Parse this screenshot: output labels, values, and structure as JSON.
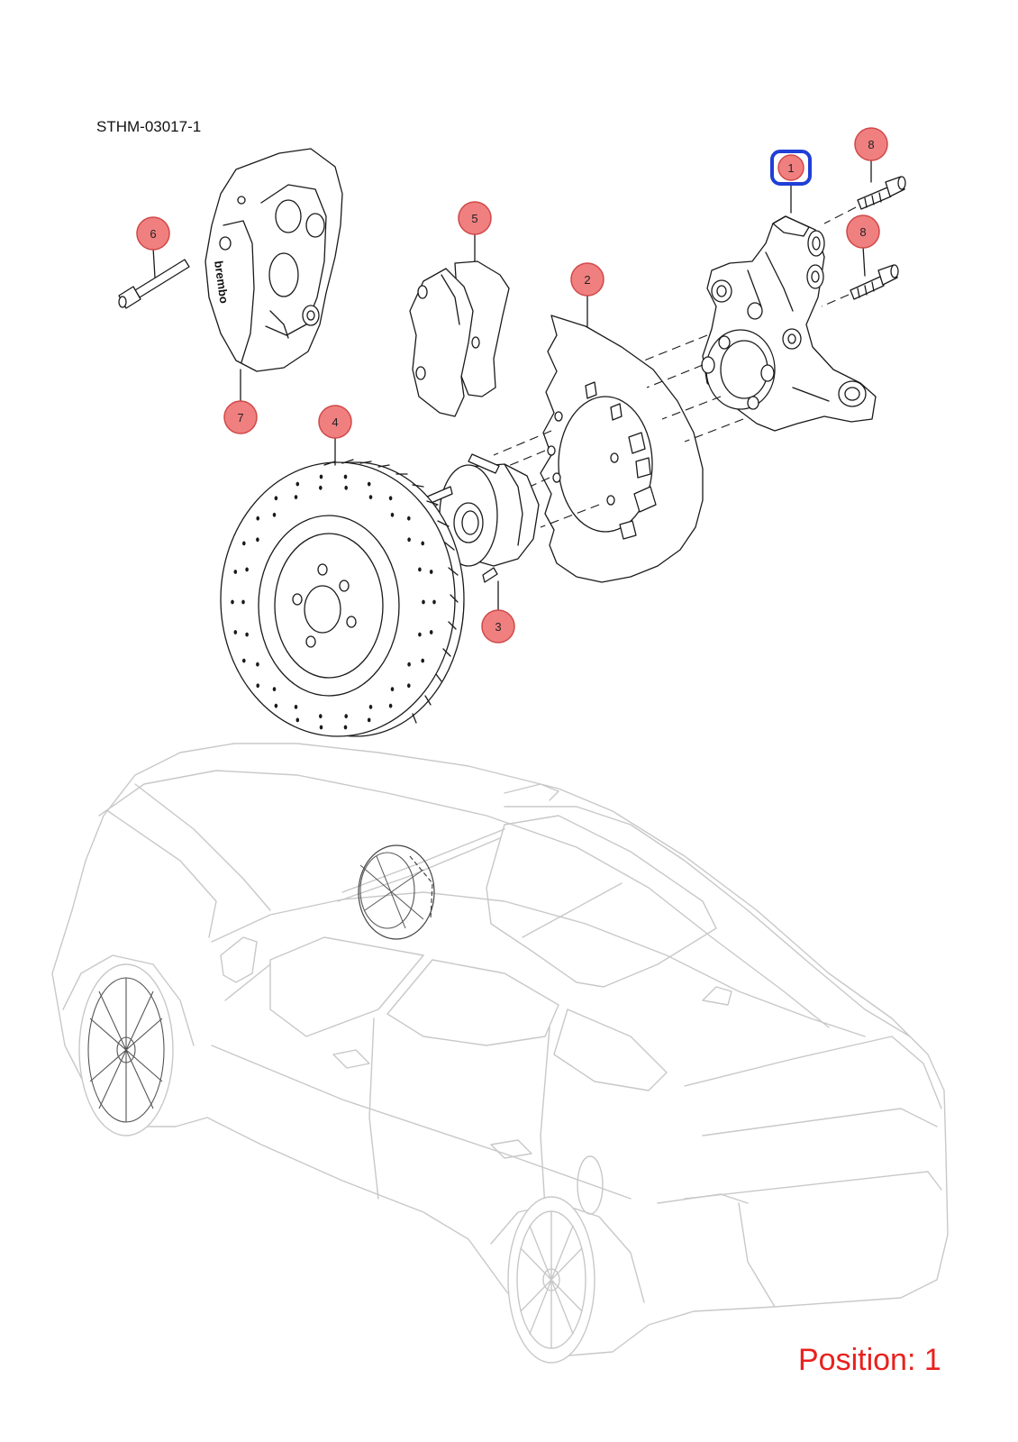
{
  "document_id": "STHM-03017-1",
  "position_label": "Position: 1",
  "selected_position": "1",
  "colors": {
    "callout_fill": "#f08080",
    "callout_stroke": "#d04848",
    "highlight": "#1f3fd6",
    "position_text": "#e8211e",
    "line": "#1a1a1a",
    "car_outline": "#c8c8c8"
  },
  "callouts": {
    "c1": "1",
    "c2": "2",
    "c3": "3",
    "c4": "4",
    "c5": "5",
    "c6": "6",
    "c7": "7",
    "c8a": "8",
    "c8b": "8"
  },
  "caliper_logo": "brembo"
}
